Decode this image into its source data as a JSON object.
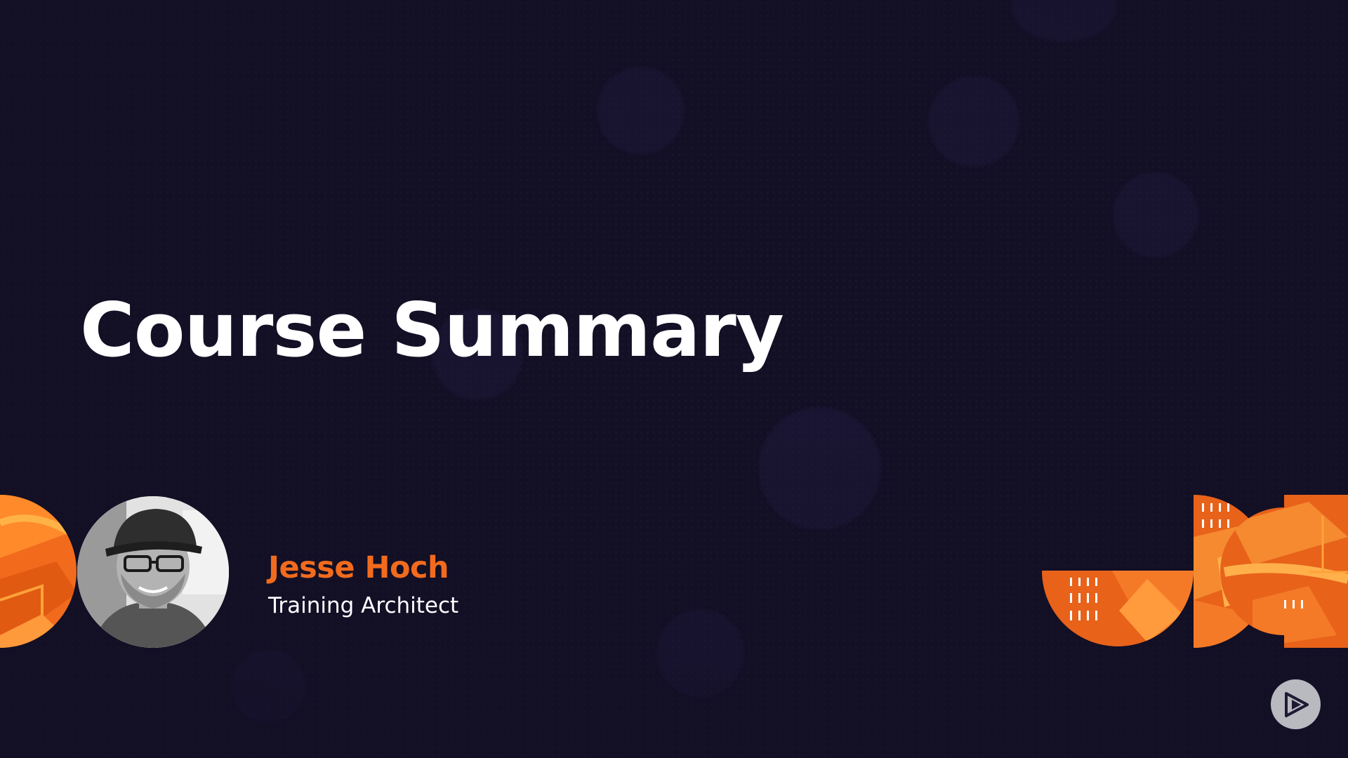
{
  "slide": {
    "title": "Course Summary",
    "presenter": {
      "name": "Jesse Hoch",
      "role": "Training Architect"
    }
  },
  "colors": {
    "background": "#130f25",
    "accent_orange": "#f26b1d",
    "light_orange": "#ffa23a",
    "title_text": "#ffffff"
  },
  "icons": {
    "play_badge": "play-logo-icon"
  }
}
